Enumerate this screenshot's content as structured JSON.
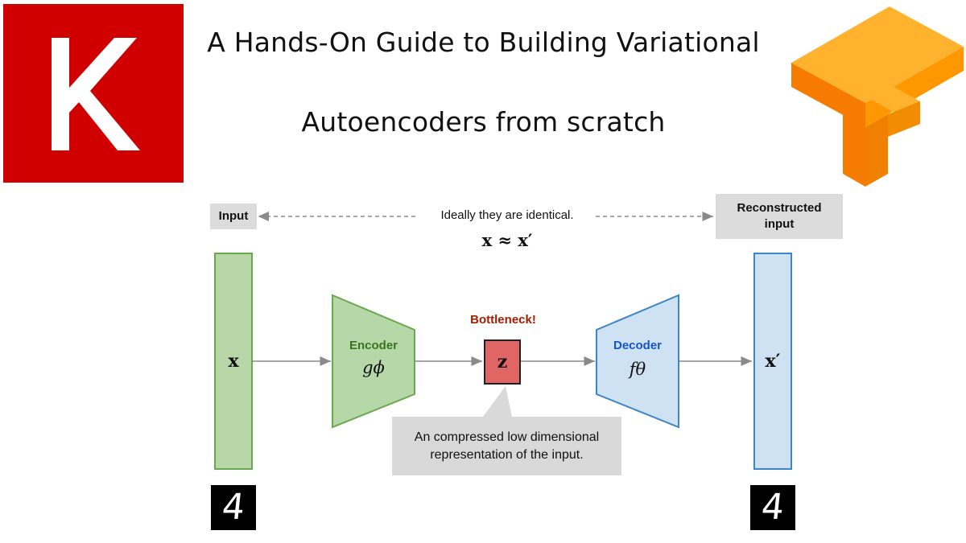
{
  "title": {
    "line1": "A Hands-On Guide to Building Variational",
    "line2": "Autoencoders from scratch"
  },
  "logos": {
    "keras": {
      "letter": "K",
      "color": "#d00000"
    },
    "tensorflow": {
      "icon": "tensorflow-logo-icon",
      "color": "#f57c00"
    }
  },
  "diagram": {
    "input_label": "Input",
    "reconstructed_label_1": "Reconstructed",
    "reconstructed_label_2": "input",
    "ideal_text": "Ideally they are identical.",
    "ideal_equation": "x ≈ x′",
    "input_vector": "x",
    "output_vector": "x′",
    "encoder": {
      "label": "Encoder",
      "symbol": "gϕ",
      "color": "#38761d"
    },
    "decoder": {
      "label": "Decoder",
      "symbol": "fθ",
      "color": "#1155cc"
    },
    "bottleneck_label": "Bottleneck!",
    "latent": "z",
    "callout_line1": "An compressed low dimensional",
    "callout_line2": "representation of the input.",
    "digit_input": "4",
    "digit_output": "4"
  }
}
